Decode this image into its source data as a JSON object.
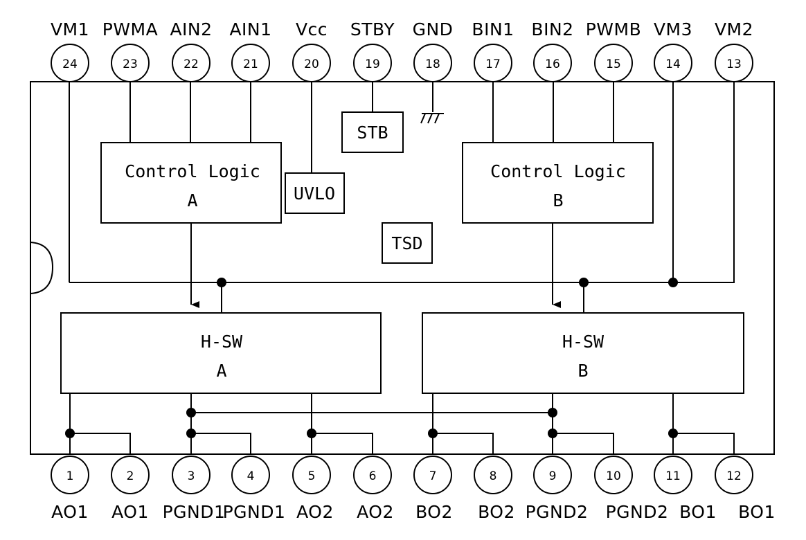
{
  "pins_top": [
    {
      "num": "24",
      "label": "VM1"
    },
    {
      "num": "23",
      "label": "PWMA"
    },
    {
      "num": "22",
      "label": "AIN2"
    },
    {
      "num": "21",
      "label": "AIN1"
    },
    {
      "num": "20",
      "label": "Vcc"
    },
    {
      "num": "19",
      "label": "STBY"
    },
    {
      "num": "18",
      "label": "GND"
    },
    {
      "num": "17",
      "label": "BIN1"
    },
    {
      "num": "16",
      "label": "BIN2"
    },
    {
      "num": "15",
      "label": "PWMB"
    },
    {
      "num": "14",
      "label": "VM3"
    },
    {
      "num": "13",
      "label": "VM2"
    }
  ],
  "pins_bottom": [
    {
      "num": "1",
      "label": "AO1"
    },
    {
      "num": "2",
      "label": "AO1"
    },
    {
      "num": "3",
      "label": "PGND1"
    },
    {
      "num": "4",
      "label": "PGND1"
    },
    {
      "num": "5",
      "label": "AO2"
    },
    {
      "num": "6",
      "label": "AO2"
    },
    {
      "num": "7",
      "label": "BO2"
    },
    {
      "num": "8",
      "label": "BO2"
    },
    {
      "num": "9",
      "label": "PGND2"
    },
    {
      "num": "10",
      "label": "PGND2"
    },
    {
      "num": "11",
      "label": "BO1"
    },
    {
      "num": "12",
      "label": "BO1"
    }
  ],
  "blocks": {
    "control_a": {
      "line1": "Control Logic",
      "line2": "A"
    },
    "control_b": {
      "line1": "Control Logic",
      "line2": "B"
    },
    "hsw_a": {
      "line1": "H-SW",
      "line2": "A"
    },
    "hsw_b": {
      "line1": "H-SW",
      "line2": "B"
    },
    "stb": "STB",
    "uvlo": "UVLO",
    "tsd": "TSD"
  }
}
